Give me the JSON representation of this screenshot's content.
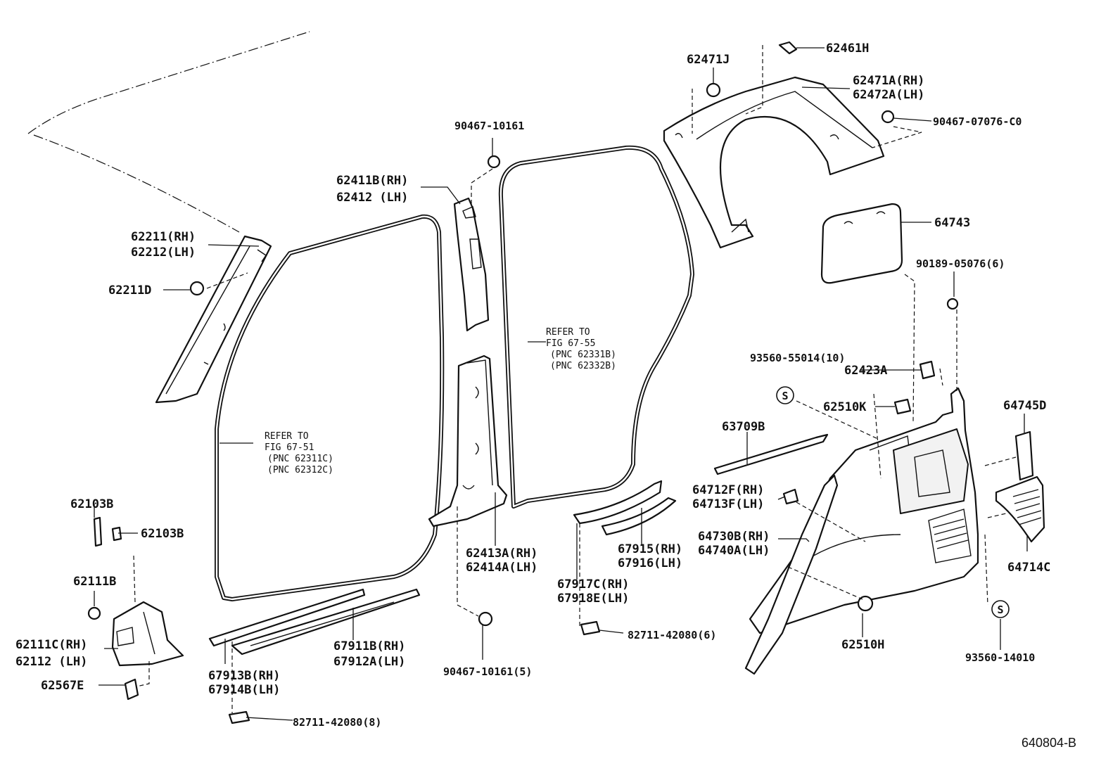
{
  "parts": {
    "p62461H": "62461H",
    "p62471J": "62471J",
    "p62471A": "62471A(RH)",
    "p62472A": "62472A(LH)",
    "p90467_07076": "90467-07076-C0",
    "p90467_10161_top": "90467-10161",
    "p62411B": "62411B(RH)",
    "p62412": "62412  (LH)",
    "p62211": "62211(RH)",
    "p62212": "62212(LH)",
    "p62211D": "62211D",
    "p64743": "64743",
    "p90189": "90189-05076(6)",
    "p93560_55014": "93560-55014(10)",
    "p62423A": "62423A",
    "p62510K": "62510K",
    "p64745D": "64745D",
    "p63709B": "63709B",
    "p64712F": "64712F(RH)",
    "p64713F": "64713F(LH)",
    "p64730B": "64730B(RH)",
    "p64740A": "64740A(LH)",
    "p64714C": "64714C",
    "p62103B_a": "62103B",
    "p62103B_b": "62103B",
    "p62111B": "62111B",
    "p62111C": "62111C(RH)",
    "p62112": "62112  (LH)",
    "p62567E": "62567E",
    "p62413A": "62413A(RH)",
    "p62414A": "62414A(LH)",
    "p67915": "67915(RH)",
    "p67916": "67916(LH)",
    "p67917C": "67917C(RH)",
    "p67918E": "67918E(LH)",
    "p67911B": "67911B(RH)",
    "p67912A": "67912A(LH)",
    "p67913B": "67913B(RH)",
    "p67914B": "67914B(LH)",
    "p90467_10161_5": "90467-10161(5)",
    "p82711_6": "82711-42080(6)",
    "p82711_8": "82711-42080(8)",
    "p62510H": "62510H",
    "p93560_14010": "93560-14010"
  },
  "refs": {
    "front": [
      "REFER TO",
      "FIG 67-51",
      "(PNC 62311C)",
      "(PNC 62312C)"
    ],
    "rear": [
      "REFER TO",
      "FIG 67-55",
      "(PNC 62331B)",
      "(PNC 62332B)"
    ]
  },
  "symbol_s": "S",
  "diagram_code": "640804-B"
}
